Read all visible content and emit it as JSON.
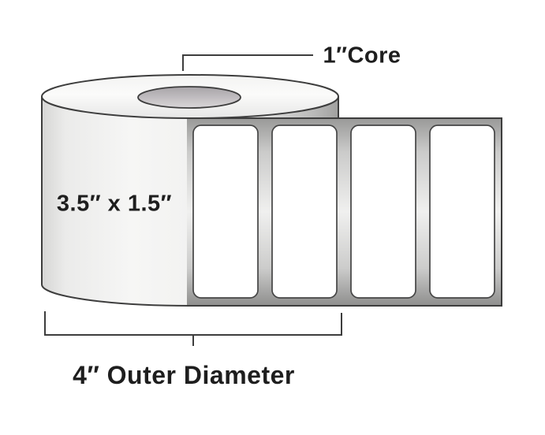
{
  "diagram": {
    "type": "label-roll-specification-diagram",
    "core_label": "1″Core",
    "label_size": "3.5″ x 1.5″",
    "outer_diameter_label": "4″ Outer Diameter",
    "label_count": 4,
    "colors": {
      "outline": "#3d3d3d",
      "text": "#1e1e1e",
      "label_fill": "#ffffff",
      "liner_gray": "#999998",
      "core_gray": "#a7a3a7",
      "background": "#ffffff"
    }
  }
}
